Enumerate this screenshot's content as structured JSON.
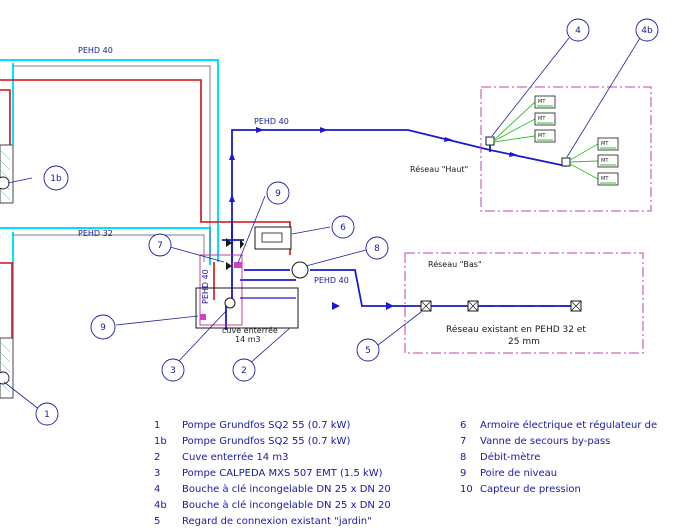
{
  "pipes": {
    "pehd40_top": "PEHD 40",
    "pehd40_mid": "PEHD 40",
    "pehd32": "PEHD 32",
    "pehd40_low": "PEHD 40",
    "pehd40_vertical": "PEHD 40"
  },
  "zones": {
    "haut": "Réseau \"Haut\"",
    "bas": "Réseau \"Bas\"",
    "existing_line1": "Réseau existant en PEHD 32 et",
    "existing_line2": "25 mm"
  },
  "tank": {
    "line1": "cuve enterrée",
    "line2": "14 m3"
  },
  "valve_labels": [
    "MT",
    "MT",
    "MT",
    "MT",
    "MT",
    "MT"
  ],
  "bubbles": {
    "b4": "4",
    "b4b": "4b",
    "b1b": "1b",
    "b9a": "9",
    "b6": "6",
    "b7": "7",
    "b8": "8",
    "b9b": "9",
    "b5": "5",
    "b3": "3",
    "b2": "2",
    "b1": "1"
  },
  "legend_left": [
    {
      "num": "1",
      "text": "Pompe Grundfos SQ2 55 (0.7 kW)"
    },
    {
      "num": "1b",
      "text": "Pompe Grundfos SQ2 55 (0.7 kW)"
    },
    {
      "num": "2",
      "text": "Cuve enterrée 14 m3"
    },
    {
      "num": "3",
      "text": "Pompe CALPEDA MXS 507 EMT (1.5 kW)"
    },
    {
      "num": "4",
      "text": "Bouche à clé incongelable DN 25 x DN 20"
    },
    {
      "num": "4b",
      "text": "Bouche à clé incongelable DN 25 x DN 20"
    },
    {
      "num": "5",
      "text": "Regard de connexion existant \"jardin\""
    }
  ],
  "legend_right": [
    {
      "num": "6",
      "text": "Armoire électrique et régulateur de"
    },
    {
      "num": "7",
      "text": "Vanne  de secours by-pass"
    },
    {
      "num": "8",
      "text": "Débit-mètre"
    },
    {
      "num": "9",
      "text": "Poire de niveau"
    },
    {
      "num": "10",
      "text": "Capteur de pression"
    }
  ],
  "colors": {
    "blue_pipe": "#1a1ad0",
    "red_pipe": "#d01010",
    "cyan_pipe": "#00e0ff",
    "zone_border": "#c040a0",
    "annotation": "#2020a0",
    "green_lead": "#30c030"
  }
}
